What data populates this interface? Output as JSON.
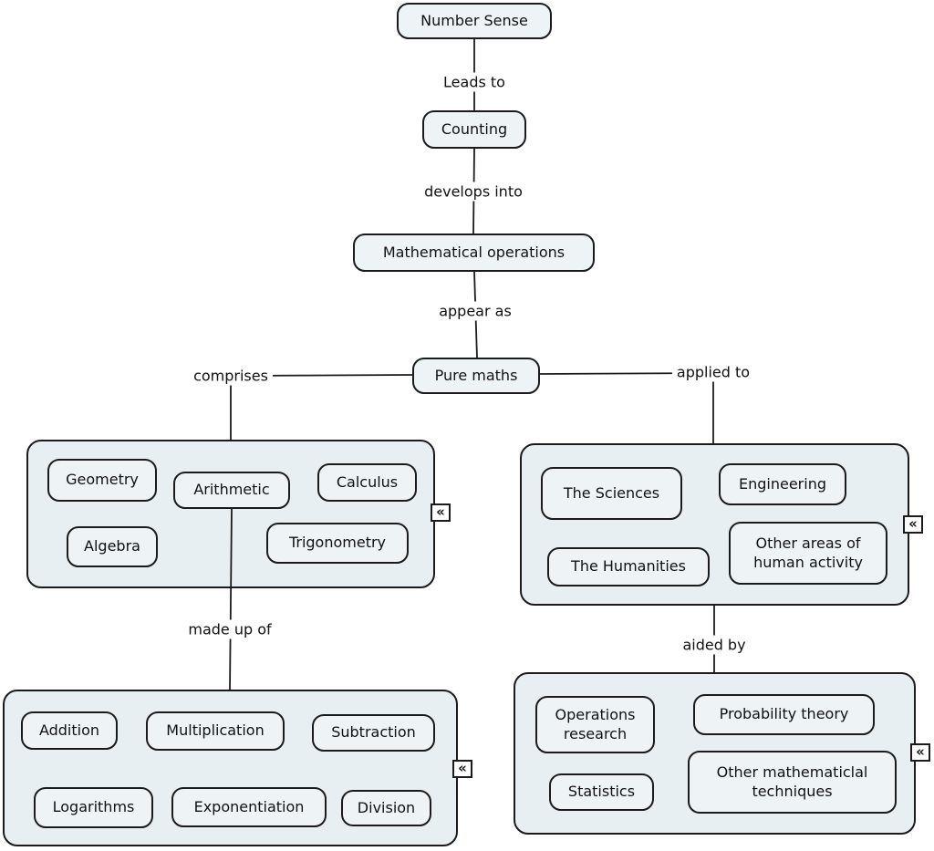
{
  "colors": {
    "background": "#ffffff",
    "node_fill": "#eef4f6",
    "container_fill": "#e8eff2",
    "border": "#1b1b1b",
    "text": "#111111"
  },
  "nodes": {
    "number_sense": "Number Sense",
    "counting": "Counting",
    "mathematical_operations": "Mathematical operations",
    "pure_maths": "Pure maths"
  },
  "links": {
    "leads_to": "Leads to",
    "develops_into": "develops into",
    "appear_as": "appear as",
    "comprises": "comprises",
    "applied_to": "applied to",
    "made_up_of": "made up of",
    "aided_by": "aided by"
  },
  "groups": {
    "pure_maths_branches": {
      "items": [
        "Geometry",
        "Arithmetic",
        "Calculus",
        "Algebra",
        "Trigonometry"
      ]
    },
    "applied_fields": {
      "items": [
        "The Sciences",
        "Engineering",
        "The Humanities",
        "Other areas of human activity"
      ]
    },
    "arithmetic_parts": {
      "items": [
        "Addition",
        "Multiplication",
        "Subtraction",
        "Logarithms",
        "Exponentiation",
        "Division"
      ]
    },
    "applied_aids": {
      "items": [
        "Operations research",
        "Probability theory",
        "Statistics",
        "Other mathematiclal techniques"
      ]
    }
  },
  "icons": {
    "collapse_glyph": "«"
  }
}
